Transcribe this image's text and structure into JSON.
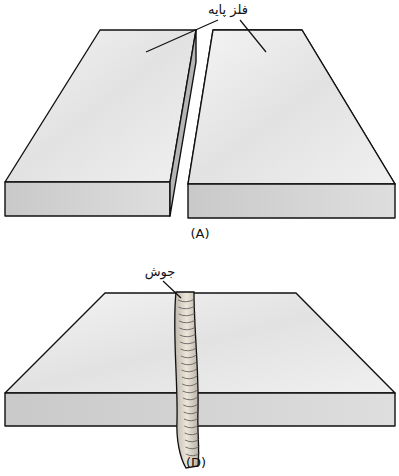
{
  "diagram": {
    "labels": [
      "فلز پایه",
      "(A)",
      "جوش",
      "(D)"
    ]
  }
}
